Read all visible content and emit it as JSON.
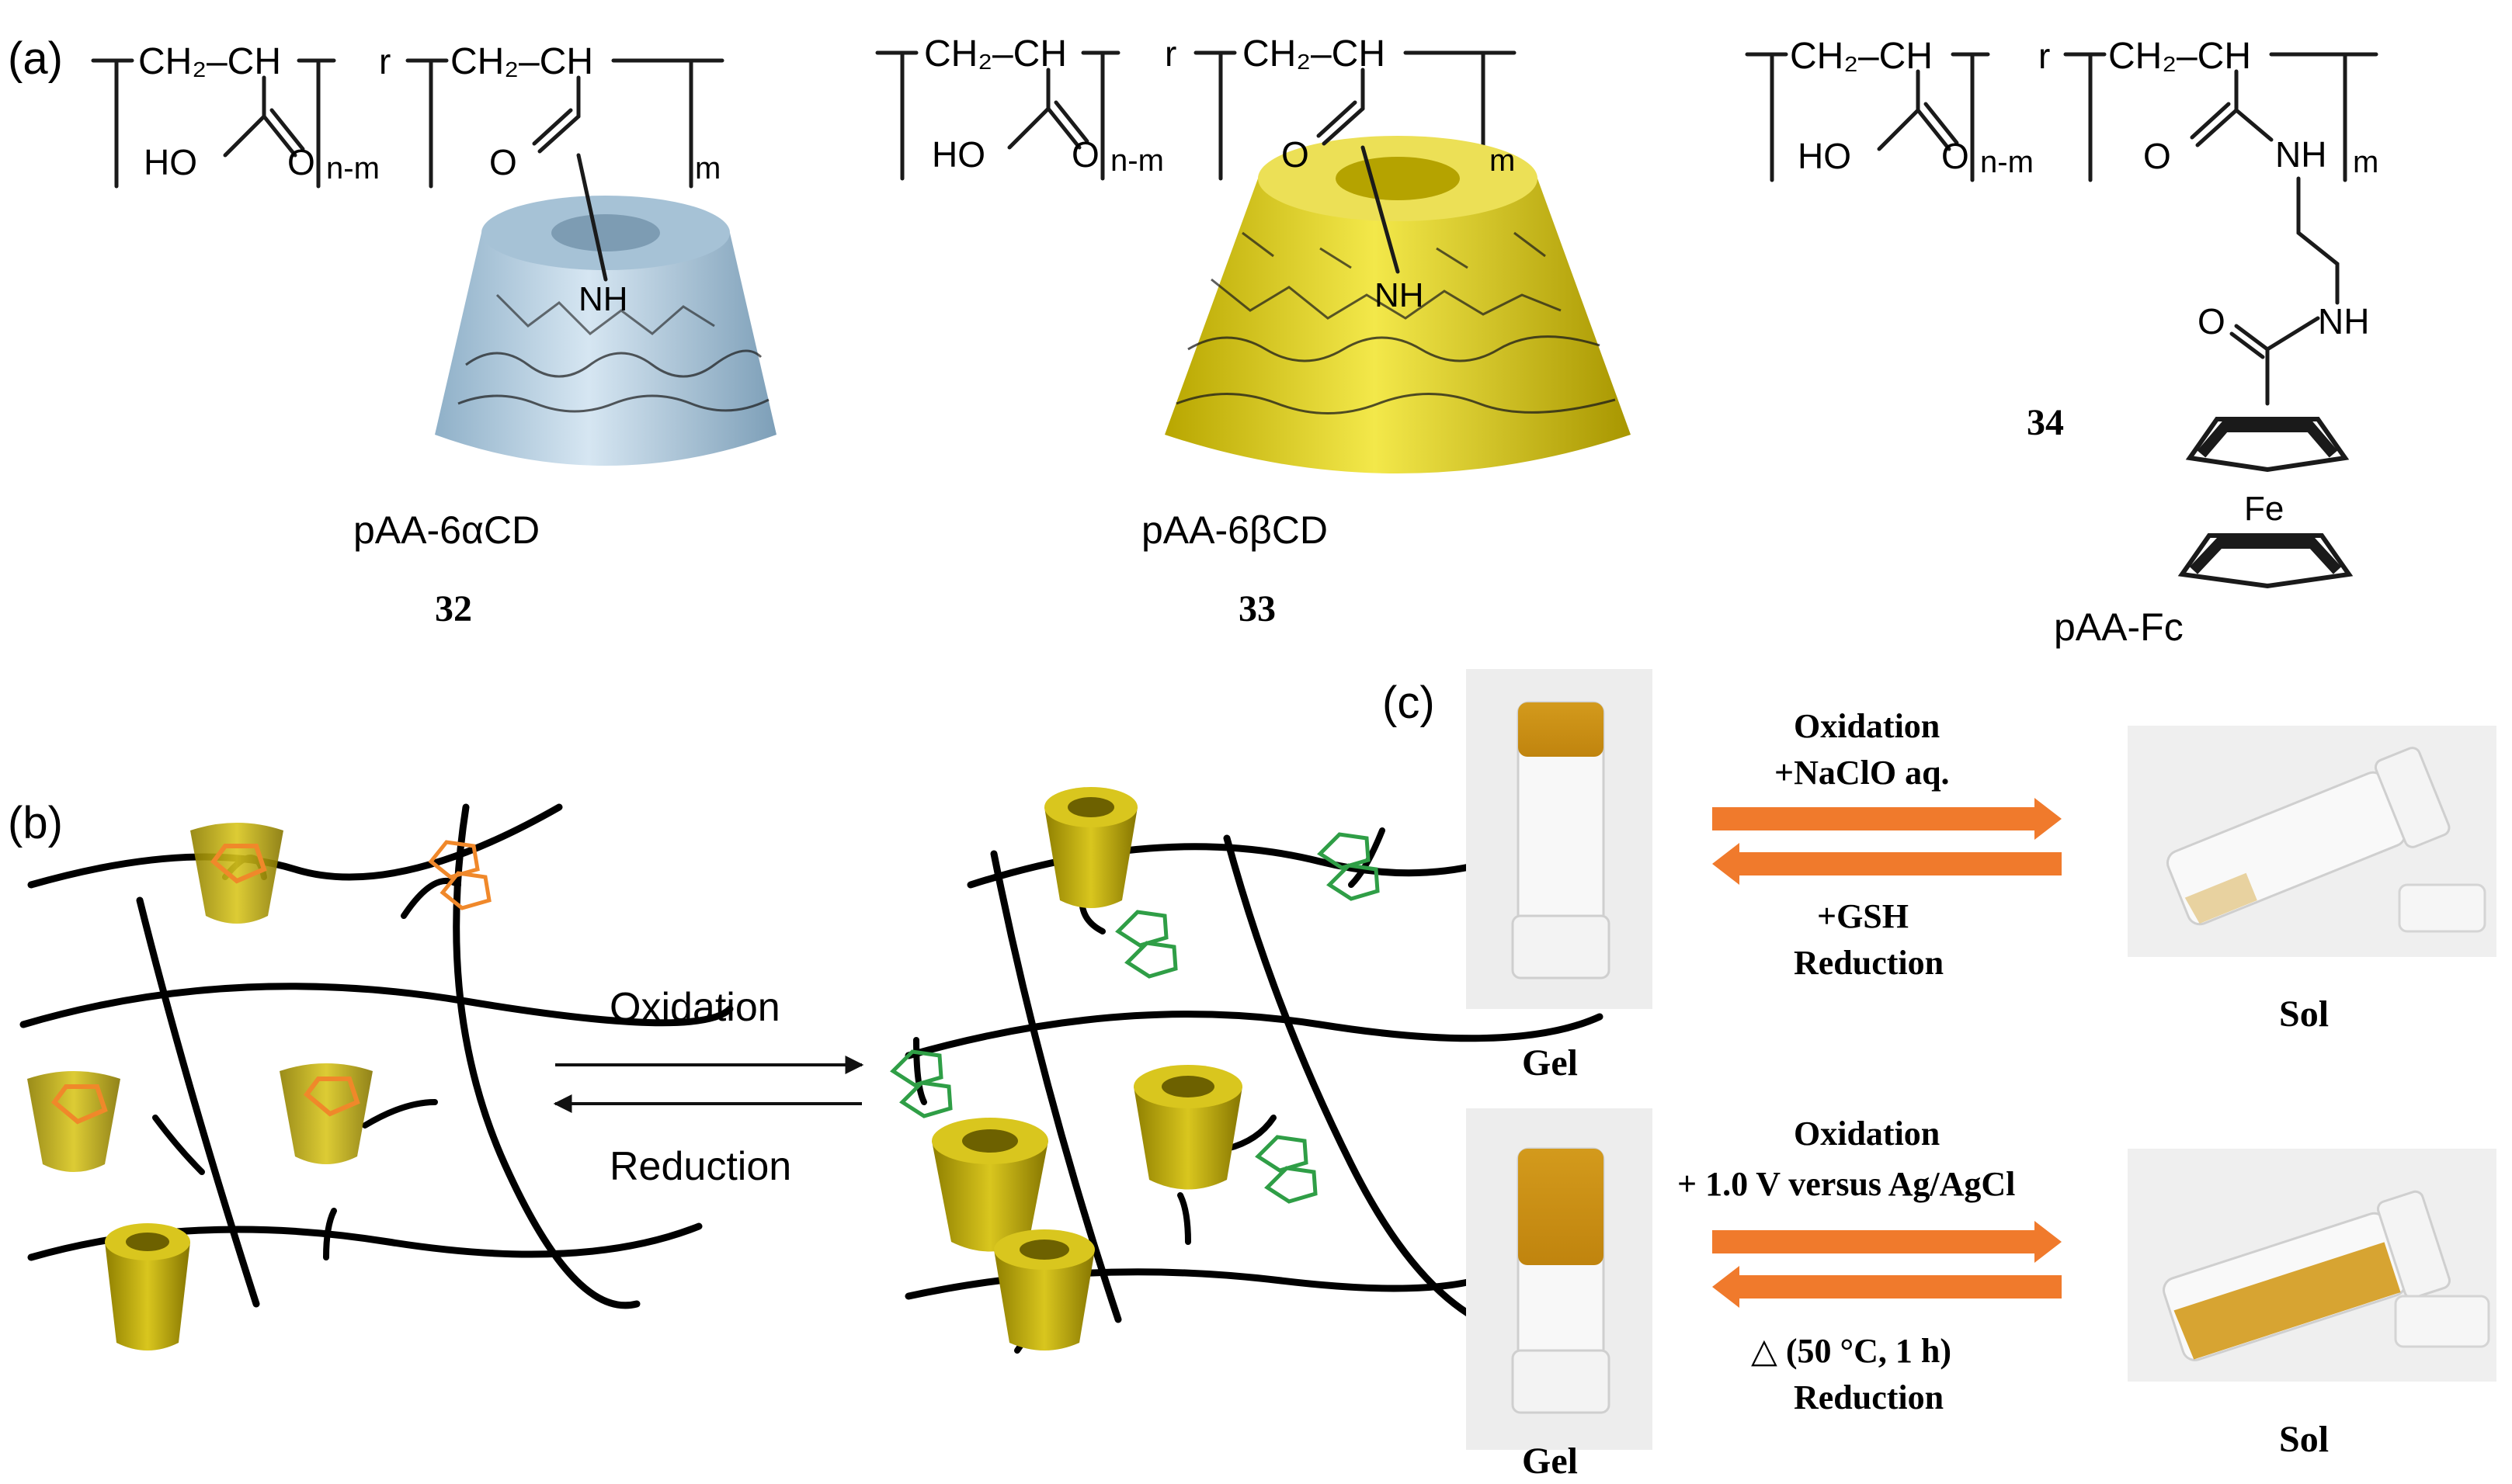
{
  "panels": {
    "a": {
      "label": "(a)",
      "polymers": [
        {
          "monomer_left": "CH₂–CH",
          "acid_oh": "HO",
          "acid_o": "O",
          "sub_left": "n-m",
          "r_text": "r",
          "monomer_right": "CH₂–CH",
          "amide_o": "O",
          "sub_right": "m",
          "linker_nh": "NH",
          "name": "pAA-6αCD",
          "number": "32",
          "cd_color": "#b3cde0"
        },
        {
          "monomer_left": "CH₂–CH",
          "acid_oh": "HO",
          "acid_o": "O",
          "sub_left": "n-m",
          "r_text": "r",
          "monomer_right": "CH₂–CH",
          "amide_o": "O",
          "sub_right": "m",
          "linker_nh": "NH",
          "name": "pAA-6βCD",
          "number": "33",
          "cd_color": "#e2d218"
        },
        {
          "monomer_left": "CH₂–CH",
          "acid_oh": "HO",
          "acid_o": "O",
          "sub_left": "n-m",
          "r_text": "r",
          "monomer_right": "CH₂–CH",
          "amide_o": "O",
          "sub_right": "m",
          "nh_upper": "NH",
          "amide2_o": "O",
          "nh_lower": "NH",
          "metal": "Fe",
          "name": "pAA-Fc",
          "number": "34"
        }
      ]
    },
    "b": {
      "label": "(b)",
      "forward": "Oxidation",
      "reverse": "Reduction",
      "cd_color": "#c8b400",
      "fc_reduced_color": "#f0882a",
      "fc_oxidized_color": "#2f9e46"
    },
    "c": {
      "label": "(c)",
      "arrow_color": "#f07a2c",
      "rows": [
        {
          "left_label": "Gel",
          "right_label": "Sol",
          "forward_line1": "Oxidation",
          "forward_line2": "+NaClO aq.",
          "reverse_line1": "+GSH",
          "reverse_line2": "Reduction"
        },
        {
          "left_label": "Gel",
          "right_label": "Sol",
          "forward_line1": "Oxidation",
          "forward_line2": "+ 1.0 V versus Ag/AgCl",
          "reverse_line1": "△ (50 °C, 1 h)",
          "reverse_line2": "Reduction"
        }
      ]
    }
  }
}
